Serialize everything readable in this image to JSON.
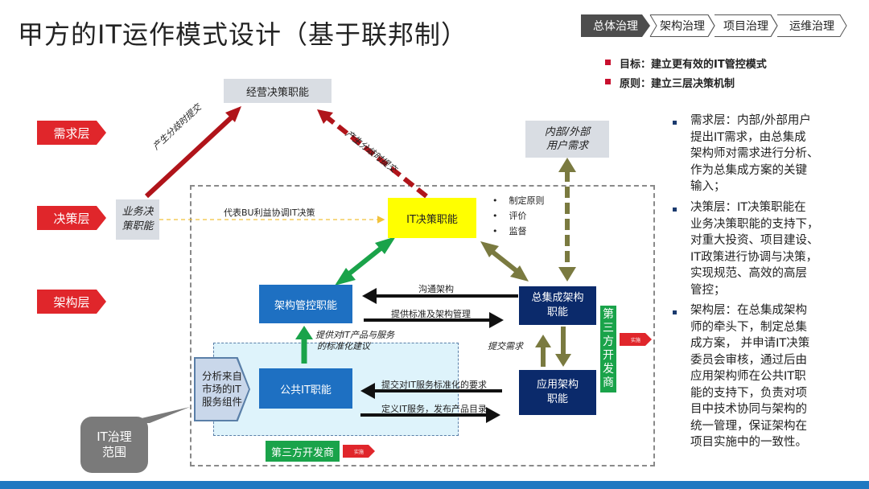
{
  "title": "甲方的IT运作模式设计（基于联邦制）",
  "breadcrumb": [
    {
      "label": "总体治理",
      "active": true
    },
    {
      "label": "架构治理",
      "active": false
    },
    {
      "label": "项目治理",
      "active": false
    },
    {
      "label": "运维治理",
      "active": false
    }
  ],
  "goals": {
    "goal": "目标：建立更有效的IT管控模式",
    "principle": "原则：建立三层决策机制"
  },
  "layers": {
    "demand": "需求层",
    "decision": "决策层",
    "architecture": "架构层"
  },
  "boxes": {
    "business_decision": "经营决策职能",
    "internal_external_line1": "内部/外部",
    "internal_external_line2": "用户需求",
    "bu_decision_line1": "业务决",
    "bu_decision_line2": "策职能",
    "it_decision": "IT决策职能",
    "arch_control": "架构管控职能",
    "integration_arch_line1": "总集成架构",
    "integration_arch_line2": "职能",
    "public_it": "公共IT职能",
    "app_arch_line1": "应用架构",
    "app_arch_line2": "职能",
    "market_analysis_line1": "分析来自",
    "market_analysis_line2": "市场的IT",
    "market_analysis_line3": "服务组件",
    "third_party_vertical": [
      "第",
      "三",
      "方",
      "开",
      "发",
      "商"
    ],
    "third_party_bottom": "第三方开发商",
    "red_tag": "实施",
    "it_scope_line1": "IT治理",
    "it_scope_line2": "范围"
  },
  "it_decision_duties": [
    "制定原则",
    "评价",
    "监督"
  ],
  "arrow_labels": {
    "report_left": "产生分歧时提交",
    "report_right": "产生分歧时提交",
    "bu_to_it": "代表BU利益协调IT决策",
    "communicate_arch": "沟通架构",
    "provide_standard": "提供标准及架构管理",
    "provide_it_line1": "提供对IT产品与服务",
    "provide_it_line2": "的标准化建议",
    "submit_demand": "提交需求",
    "submit_std_req": "提交对IT服务标准化的要求",
    "define_service": "定义IT服务，发布产品目录"
  },
  "sidebar": [
    {
      "lines": [
        "需求层：内部/外部用户",
        "提出IT需求，由总集成",
        "架构师对需求进行分析、",
        "作为总集成方案的关键",
        "输入；"
      ]
    },
    {
      "lines": [
        "决策层：IT决策职能在",
        "业务决策职能的支持下，",
        "对重大投资、项目建设、",
        "IT政策进行协调与决策，",
        "实现规范、高效的高层",
        "管控；"
      ]
    },
    {
      "lines": [
        "架构层：在总集成架构",
        "师的牵头下，制定总集",
        "成方案，  并申请IT决策",
        "委员会审核，通过后由",
        "应用架构师在公共IT职",
        "能的支持下，负责对项",
        "目中技术协同与架构的",
        "统一管理，保证架构在",
        "项目实施中的一致性。"
      ]
    }
  ],
  "colors": {
    "red": "#e0262b",
    "navy": "#0b2a6b",
    "blue": "#1e70c2",
    "yellow": "#ffff00",
    "green": "#1aa34a",
    "olive": "#7a7a40",
    "darkred": "#b0141a",
    "accent_bar": "#1f78c1"
  }
}
